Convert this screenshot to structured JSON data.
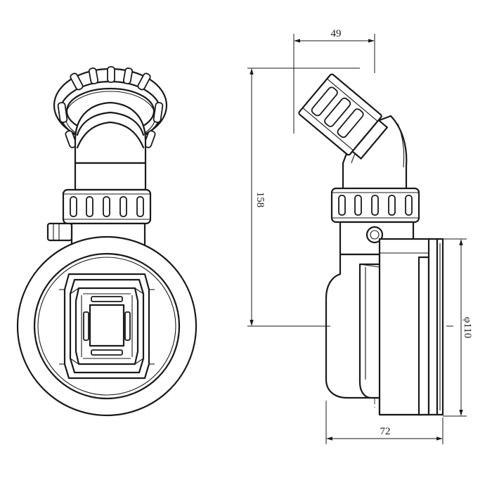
{
  "dimensions": {
    "top_width": "49",
    "height": "158",
    "bottom_width": "72",
    "diameter": "φ110"
  },
  "colors": {
    "line": "#1a1a1a",
    "background": "#ffffff"
  }
}
